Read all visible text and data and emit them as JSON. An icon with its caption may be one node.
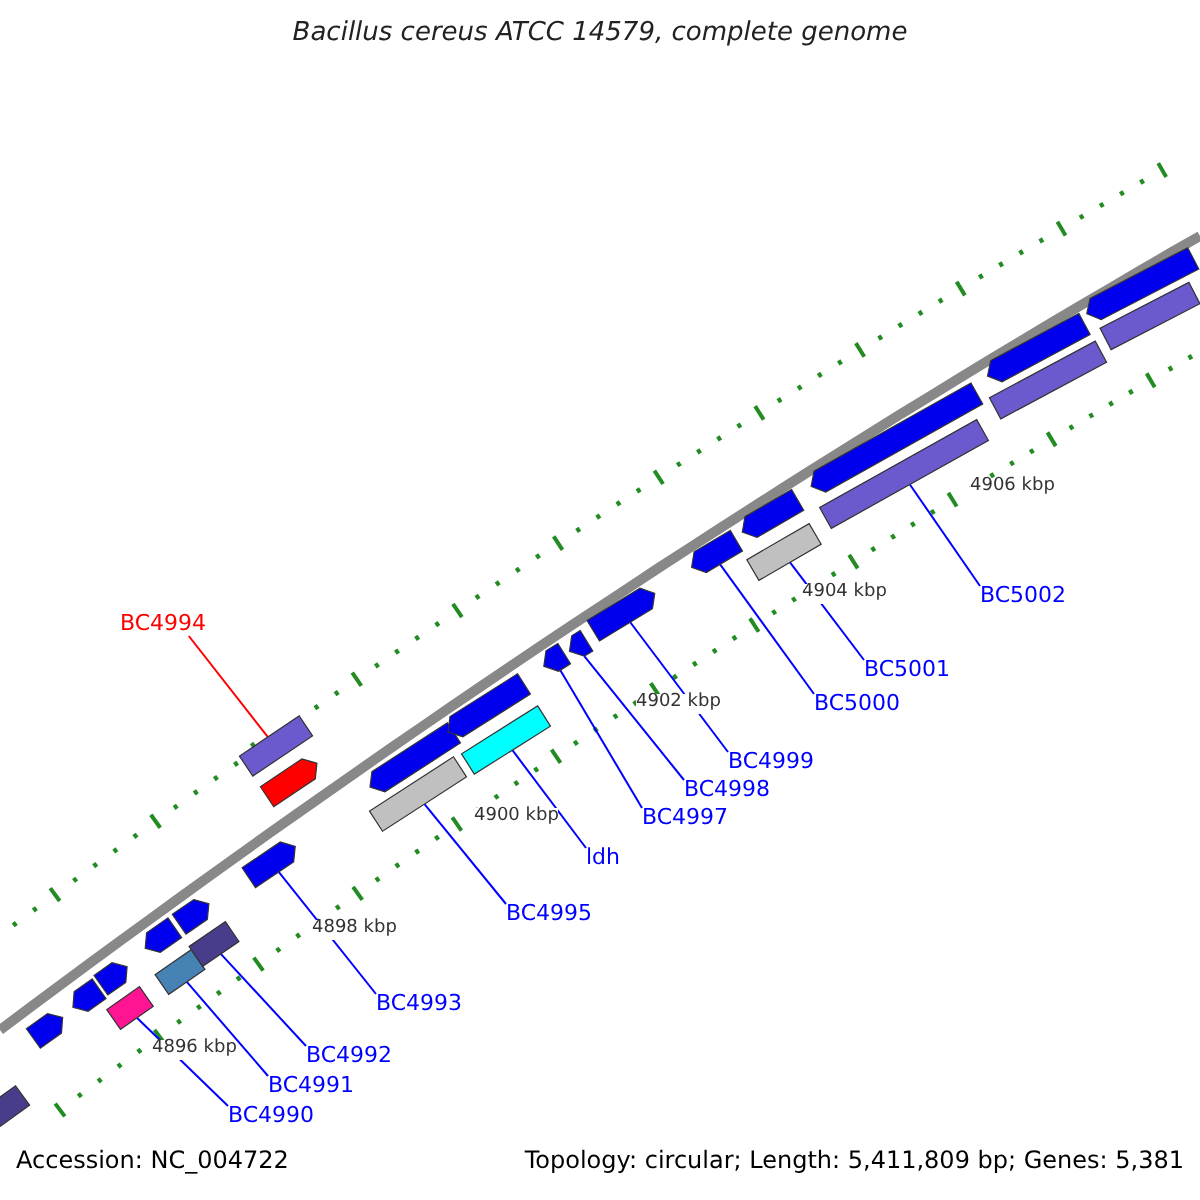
{
  "diagram": {
    "title": "Bacillus cereus ATCC 14579, complete genome",
    "nodes": [
      {
        "text": [
          "BC4994"
        ]
      },
      {
        "text": [
          "BC4990"
        ]
      },
      {
        "text": [
          "BC4991"
        ]
      },
      {
        "text": [
          "BC4992"
        ]
      },
      {
        "text": [
          "BC4993"
        ]
      },
      {
        "text": [
          "BC4995"
        ]
      },
      {
        "text": [
          "ldh"
        ]
      },
      {
        "text": [
          "BC4997"
        ]
      },
      {
        "text": [
          "BC4998"
        ]
      },
      {
        "text": [
          "BC4999"
        ]
      },
      {
        "text": [
          "BC5000"
        ]
      },
      {
        "text": [
          "BC5001"
        ]
      },
      {
        "text": [
          "BC5002"
        ]
      },
      {
        "text": [],
        "shape": "box"
      },
      {
        "text": [],
        "shape": "box"
      },
      {
        "text": [],
        "shape": "box"
      },
      {
        "text": [],
        "shape": "box"
      },
      {
        "text": [],
        "shape": "arrow"
      },
      {
        "text": [],
        "shape": "box"
      },
      {
        "text": [],
        "shape": "box"
      },
      {
        "text": [],
        "shape": "arrow"
      },
      {
        "text": [],
        "shape": "arrow"
      },
      {
        "text": [],
        "shape": "arrow"
      },
      {
        "text": [],
        "shape": "arrow"
      },
      {
        "text": [],
        "shape": "box"
      },
      {
        "text": [],
        "shape": "box"
      },
      {
        "text": [],
        "shape": "arrow"
      },
      {
        "text": [],
        "shape": "arrow"
      },
      {
        "text": [],
        "shape": "arrow"
      },
      {
        "text": [],
        "shape": "arrow"
      },
      {
        "text": [],
        "shape": "arrow"
      },
      {
        "text": [],
        "shape": "arrow"
      },
      {
        "text": [],
        "shape": "arrow"
      },
      {
        "text": [],
        "shape": "box"
      },
      {
        "text": [],
        "shape": "box"
      },
      {
        "text": [],
        "shape": "arrow"
      },
      {
        "text": [],
        "shape": "arrow"
      },
      {
        "text": [],
        "shape": "arrow"
      },
      {
        "text": [],
        "shape": "arrow"
      },
      {
        "text": [],
        "shape": "arrow"
      },
      {
        "text": [],
        "shape": "box"
      }
    ],
    "edges": [
      {
        "from": 0,
        "to": 13,
        "arrow": "none",
        "color": "#ff0000"
      },
      {
        "from": 1,
        "to": 14,
        "arrow": "none"
      },
      {
        "from": 2,
        "to": 15,
        "arrow": "none"
      },
      {
        "from": 3,
        "to": 16,
        "arrow": "none"
      },
      {
        "from": 4,
        "to": 17,
        "arrow": "none"
      },
      {
        "from": 5,
        "to": 18,
        "arrow": "none"
      },
      {
        "from": 6,
        "to": 19,
        "arrow": "none"
      },
      {
        "from": 7,
        "to": 20,
        "arrow": "none"
      },
      {
        "from": 8,
        "to": 21,
        "arrow": "none"
      },
      {
        "from": 9,
        "to": 22,
        "arrow": "none"
      },
      {
        "from": 10,
        "to": 23,
        "arrow": "none"
      },
      {
        "from": 11,
        "to": 24,
        "arrow": "none"
      },
      {
        "from": 12,
        "to": 25,
        "arrow": "none"
      }
    ],
    "labels": [
      "4896 kbp",
      "4898 kbp",
      "4900 kbp",
      "4902 kbp",
      "4904 kbp",
      "4906 kbp",
      "Accession: NC_004722",
      "Topology: circular; Length: 5,411,809 bp; Genes: 5,381"
    ]
  }
}
